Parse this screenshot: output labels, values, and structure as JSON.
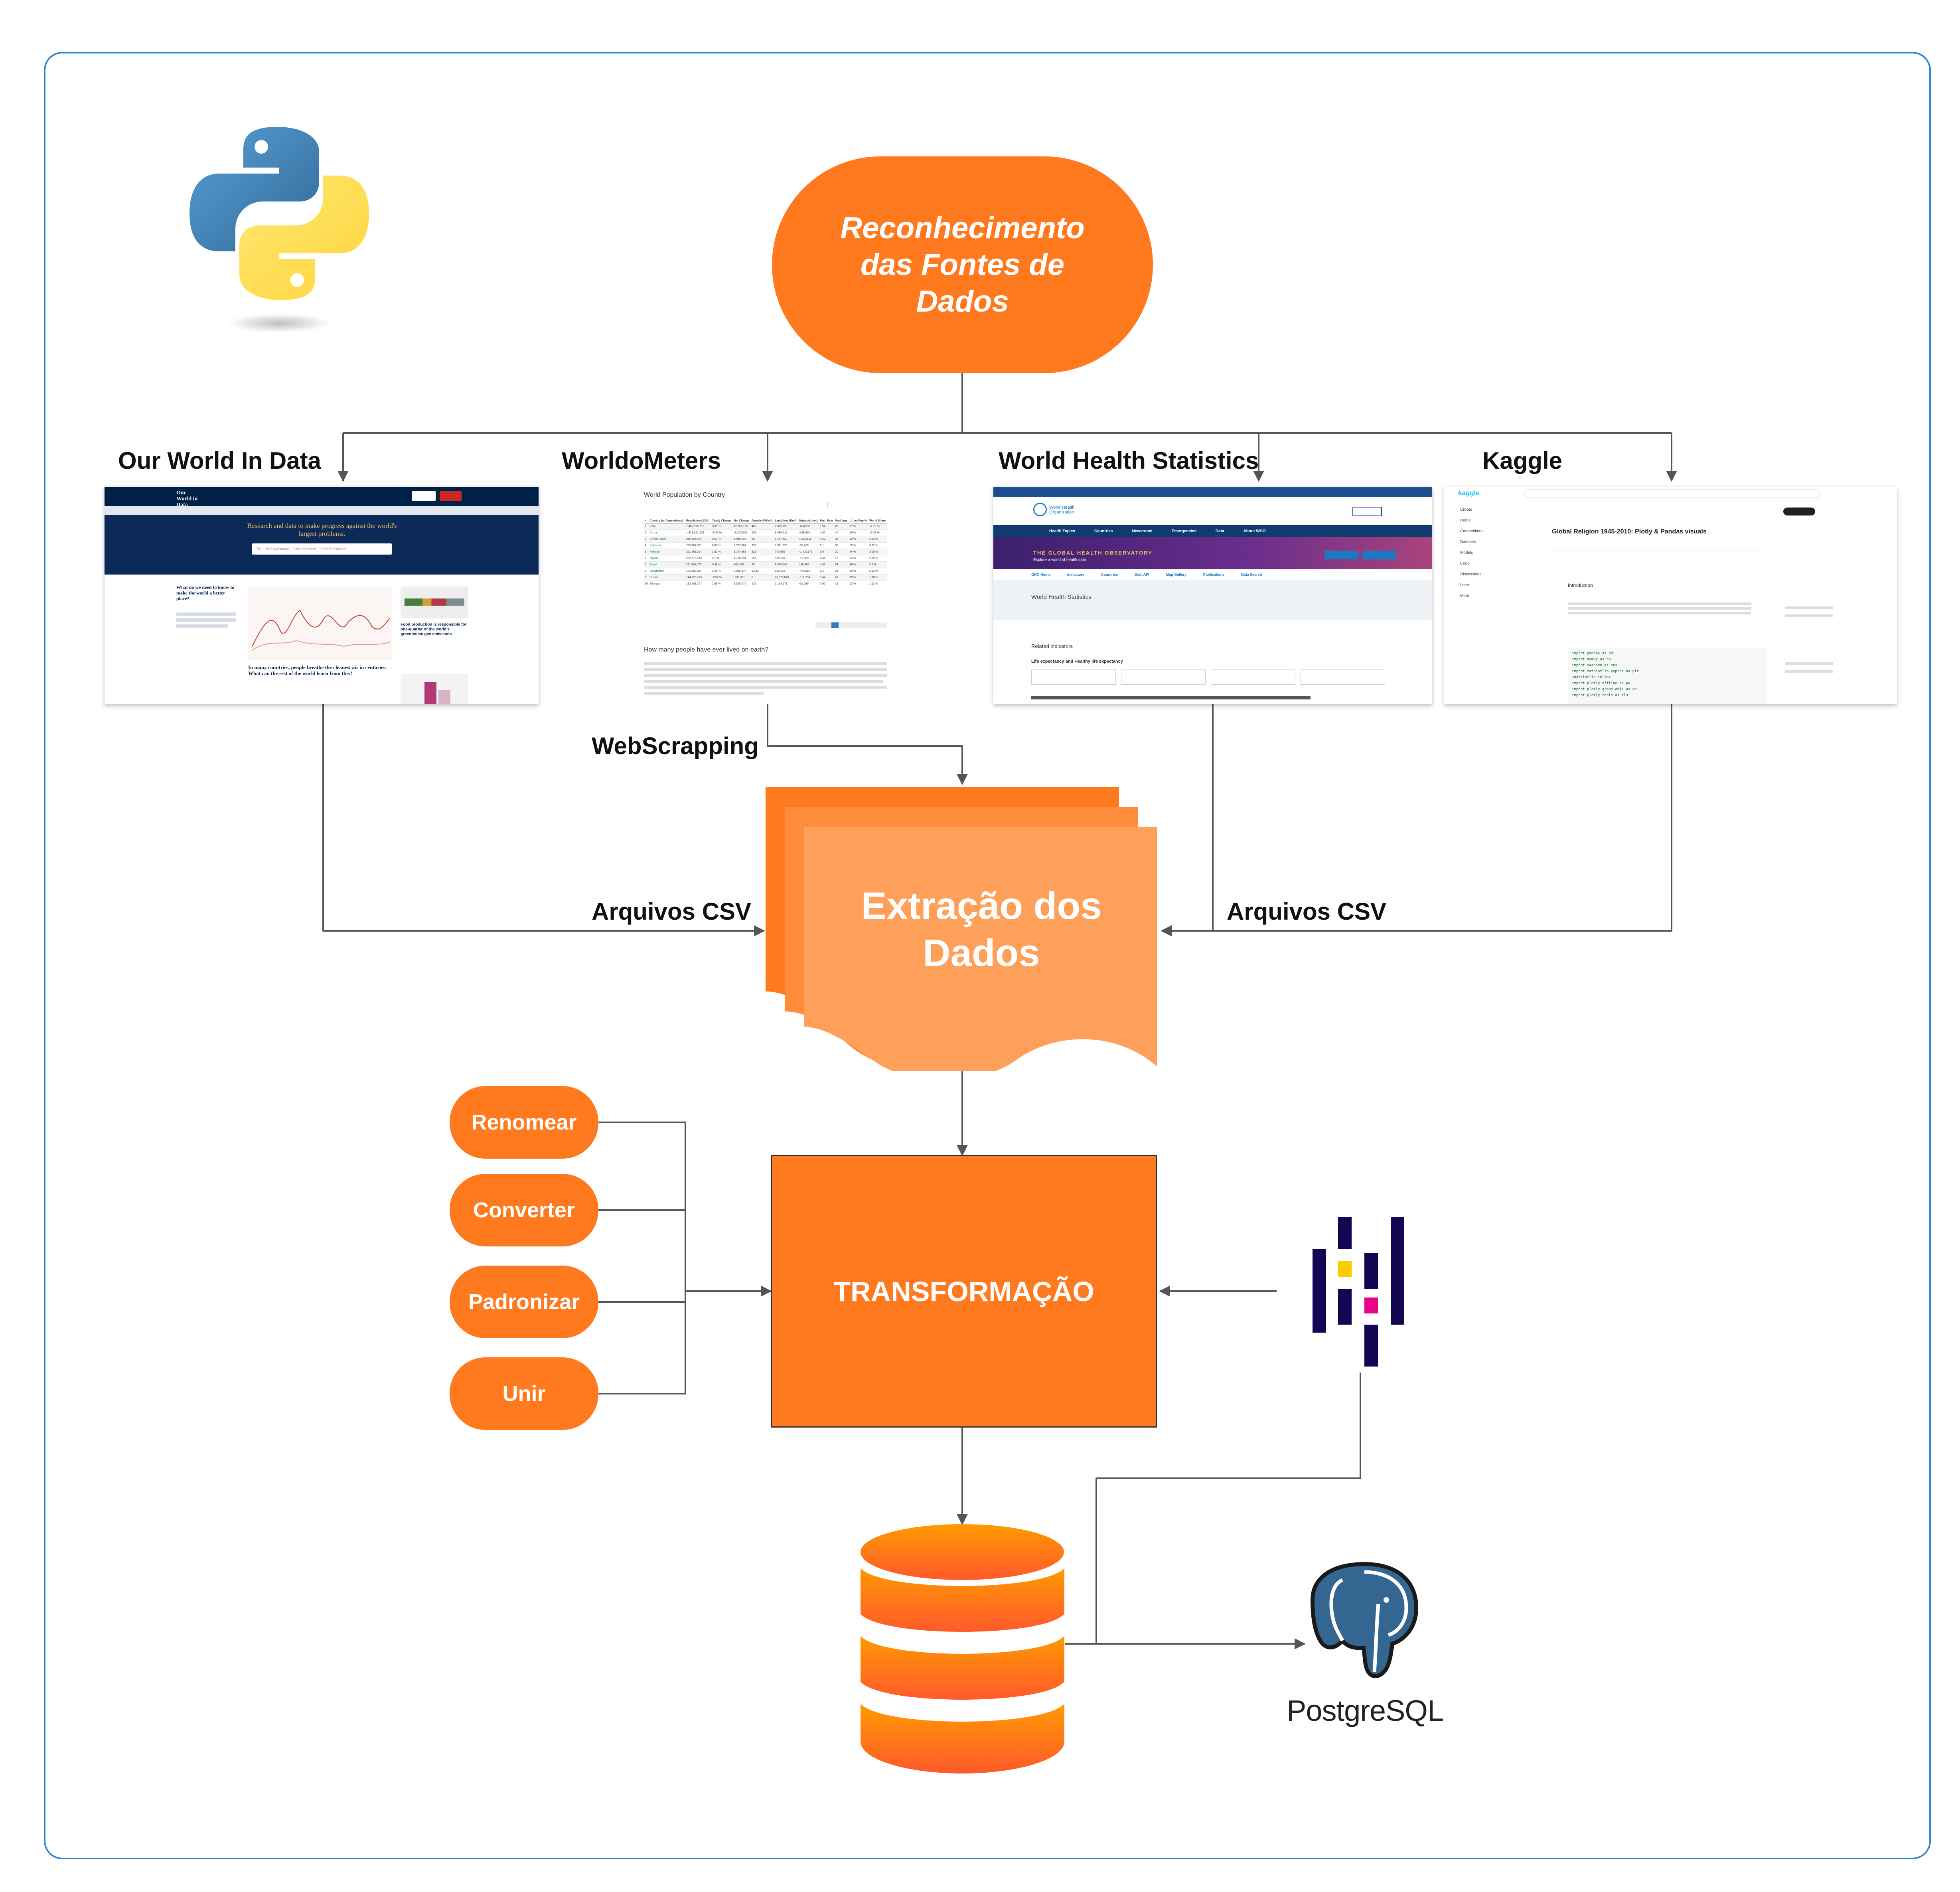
{
  "title": "Reconhecimento das Fontes de Dados",
  "sources": [
    {
      "label": "Our World In Data"
    },
    {
      "label": "WorldoMeters"
    },
    {
      "label": "World Health Statistics"
    },
    {
      "label": "Kaggle"
    }
  ],
  "edge_labels": {
    "webscrapping": "WebScrapping",
    "csv_left": "Arquivos CSV",
    "csv_right": "Arquivos CSV"
  },
  "extraction": "Extração dos Dados",
  "transformation": "TRANSFORMAÇÃO",
  "transform_steps": [
    "Renomear",
    "Converter",
    "Padronizar",
    "Unir"
  ],
  "postgres_wordmark": "PostgreSQL",
  "screens": {
    "owid": {
      "logo": "Our World in Data",
      "headline": "Research and data to make progress against the world's largest problems.",
      "search_placeholder": "Try \"Life Expectancy\", \"Child Mortality\", \"CO2 Emissions\"",
      "sidebar_title": "What do we need to know to make the world a better place?",
      "article_title": "In many countries, people breathe the cleanest air in centuries. What can the rest of the world learn from this?",
      "side_title": "Food production is responsible for one-quarter of the world's greenhouse gas emissions"
    },
    "worldometers": {
      "title": "World Population by Country",
      "headers": [
        "#",
        "Country (or Dependency)",
        "Population (2024)",
        "Yearly Change",
        "Net Change",
        "Density (P/Km²)",
        "Land Area (Km²)",
        "Migrants (net)",
        "Fert. Rate",
        "Med. Age",
        "Urban Pop %",
        "World Share"
      ],
      "rows": [
        [
          "1",
          "India",
          "1,450,935,791",
          "0.89 %",
          "12,866,195",
          "488",
          "2,973,190",
          "-630,830",
          "1.94",
          "28",
          "37 %",
          "17.78 %"
        ],
        [
          "2",
          "China",
          "1,419,321,278",
          "-0.23 %",
          "-3,263,655",
          "151",
          "9,388,211",
          "-318,992",
          "1.02",
          "40",
          "66 %",
          "17.39 %"
        ],
        [
          "3",
          "United States",
          "345,426,571",
          "0.57 %",
          "1,949,236",
          "38",
          "9,147,420",
          "1,286,132",
          "1.62",
          "38",
          "82 %",
          "4.23 %"
        ],
        [
          "4",
          "Indonesia",
          "283,487,931",
          "0.82 %",
          "2,297,864",
          "156",
          "1,811,570",
          "-38,469",
          "2.1",
          "30",
          "59 %",
          "3.47 %"
        ],
        [
          "5",
          "Pakistan",
          "251,269,164",
          "1.52 %",
          "3,764,669",
          "326",
          "770,880",
          "-1,401,173",
          "3.5",
          "20",
          "34 %",
          "3.08 %"
        ],
        [
          "6",
          "Nigeria",
          "232,679,478",
          "2.1 %",
          "4,798,734",
          "255",
          "910,770",
          "-15,309",
          "4.46",
          "18",
          "54 %",
          "2.85 %"
        ],
        [
          "7",
          "Brazil",
          "211,998,573",
          "0.41 %",
          "867,340",
          "25",
          "8,358,140",
          "126,305",
          "1.62",
          "34",
          "88 %",
          "2.6 %"
        ],
        [
          "8",
          "Bangladesh",
          "173,562,364",
          "1.22 %",
          "2,095,374",
          "1,333",
          "130,170",
          "-473,362",
          "2.1",
          "26",
          "42 %",
          "2.13 %"
        ],
        [
          "9",
          "Russia",
          "144,820,423",
          "-0.57 %",
          "-833,331",
          "9",
          "16,376,870",
          "-112,734",
          "1.44",
          "40",
          "75 %",
          "1.78 %"
        ],
        [
          "10",
          "Ethiopia",
          "132,059,767",
          "2.58 %",
          "3,368,075",
          "132",
          "1,128,571",
          "-36,086",
          "3.92",
          "19",
          "22 %",
          "1.62 %"
        ]
      ],
      "subheading": "How many people have ever lived on earth?"
    },
    "who": {
      "org": "World Health Organization",
      "banner": "THE GLOBAL HEALTH OBSERVATORY",
      "banner_sub": "Explore a world of health data",
      "page_title": "World Health Statistics",
      "nav": [
        "Health Topics",
        "Countries",
        "Newsroom",
        "Emergencies",
        "Data",
        "About WHO"
      ],
      "subnav": [
        "GHO Home",
        "Indicators",
        "Countries",
        "Data API",
        "Map Gallery",
        "Publications",
        "Data Search"
      ],
      "section": "Related indicators",
      "item": "Life expectancy and Healthy life expectancy"
    },
    "kaggle": {
      "brand": "kaggle",
      "notebook_title": "Global Religion 1945-2010: Plotly & Pandas visuals",
      "sidebar": [
        "Create",
        "Home",
        "Competitions",
        "Datasets",
        "Models",
        "Code",
        "Discussions",
        "Learn",
        "More"
      ],
      "section": "Introduction",
      "code": [
        "import pandas as pd",
        "import numpy as np",
        "import seaborn as sns",
        "import matplotlib.pyplot as plt",
        "%matplotlib inline",
        "import plotly.offline as py",
        "import plotly.graph_objs as go",
        "import plotly.tools as tls"
      ]
    }
  },
  "colors": {
    "orange": "#ff7a1f",
    "light_orange": "#ffa05a",
    "frame_blue": "#2e86d6",
    "arrow": "#555555"
  }
}
